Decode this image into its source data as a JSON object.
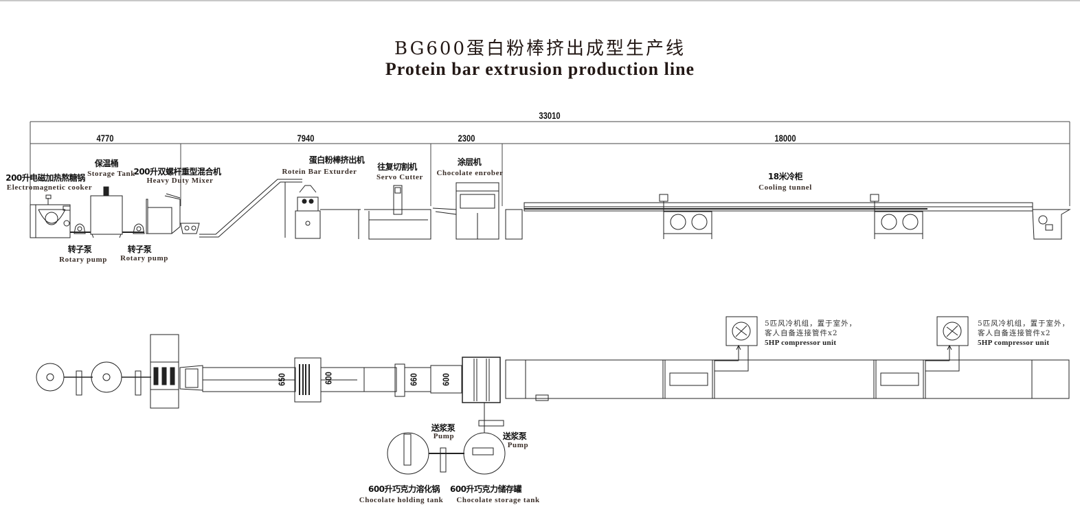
{
  "title": {
    "cn": "BG600蛋白粉棒挤出成型生产线",
    "en": "Protein bar extrusion production line"
  },
  "dimensions": {
    "total": "33010",
    "sections": [
      "4770",
      "7940",
      "2300",
      "18000"
    ]
  },
  "equipment": [
    {
      "cn": "200升电磁加热熬糖锅",
      "en": "Electromagnetic cooker"
    },
    {
      "cn": "保温桶",
      "en": "Storage Tank"
    },
    {
      "cn": "200升双螺杆重型混合机",
      "en": "Heavy Duty Mixer"
    },
    {
      "cn": "蛋白粉棒挤出机",
      "en": "Rotein Bar Exturder"
    },
    {
      "cn": "往复切割机",
      "en": "Servo Cutter"
    },
    {
      "cn": "涂层机",
      "en": "Chocolate enrober"
    },
    {
      "cn": "18米冷柜",
      "en": "Cooling tunnel"
    }
  ],
  "pumps": [
    {
      "cn": "转子泵",
      "en": "Rotary pump"
    },
    {
      "cn": "转子泵",
      "en": "Rotary pump"
    }
  ],
  "plan_view": {
    "widths": [
      "650",
      "600",
      "660",
      "600"
    ],
    "chocolate": [
      {
        "cn": "送浆泵",
        "en": "Pump"
      },
      {
        "cn": "送浆泵",
        "en": "Pump"
      },
      {
        "cn": "600升巧克力溶化锅",
        "en": "Chocolate holding tank"
      },
      {
        "cn": "600升巧克力储存罐",
        "en": "Chocolate storage tank"
      }
    ],
    "compressors": [
      {
        "line1": "5匹风冷机组，置于室外，",
        "line2": "客人自备连接管件x2",
        "en": "5HP compressor unit"
      },
      {
        "line1": "5匹风冷机组，置于室外，",
        "line2": "客人自备连接管件x2",
        "en": "5HP compressor unit"
      }
    ]
  }
}
